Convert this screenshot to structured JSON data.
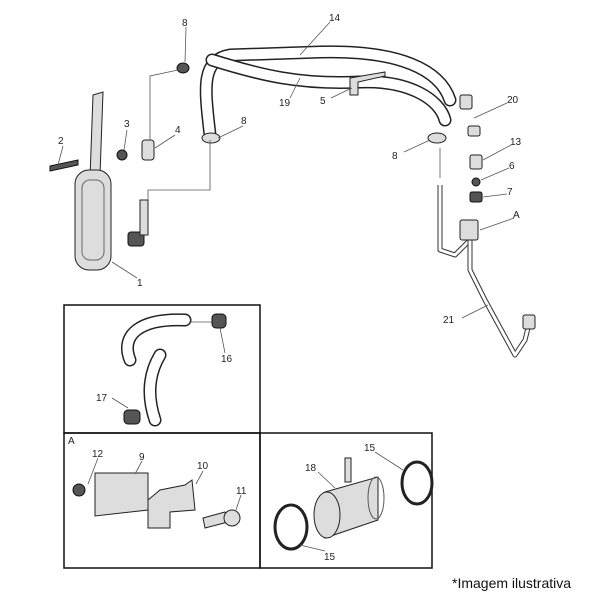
{
  "diagram": {
    "callouts": {
      "top": [
        "14",
        "8",
        "19",
        "5",
        "20",
        "2",
        "3",
        "4",
        "8",
        "8",
        "13",
        "6",
        "7",
        "A",
        "1",
        "21"
      ],
      "inset_hose": [
        "16",
        "17"
      ],
      "inset_a": [
        "A",
        "12",
        "9",
        "10",
        "11"
      ],
      "inset_tube": [
        "18",
        "15",
        "15"
      ]
    },
    "caption": "*Imagem ilustrativa"
  }
}
